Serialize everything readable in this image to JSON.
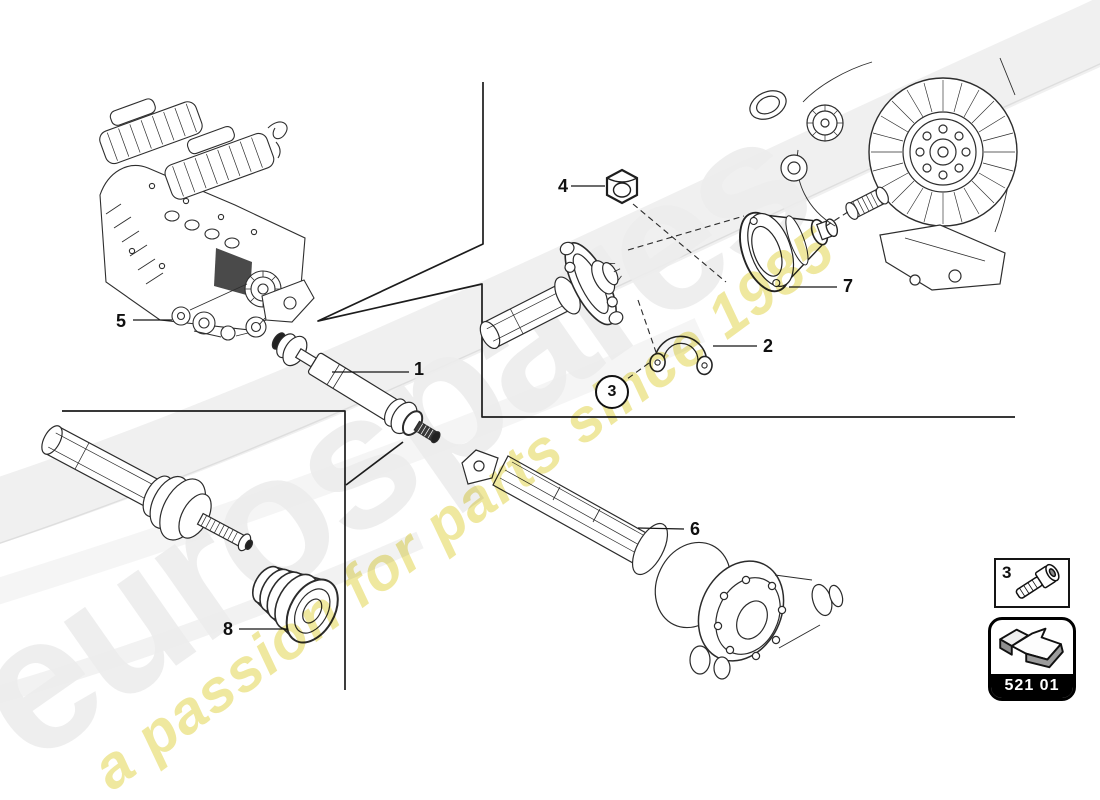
{
  "watermark": {
    "brand": "eurospares",
    "tagline": "a passion for parts since 1985",
    "brand_color": "#ededed",
    "brand_outline": "#d6d6d6",
    "tagline_color": "#efe79a"
  },
  "callouts": {
    "c1": "1",
    "c2": "2",
    "c3": "3",
    "c4": "4",
    "c5": "5",
    "c6": "6",
    "c7": "7",
    "c8": "8"
  },
  "legend_box": {
    "ref": "3",
    "icon": "socket-bolt-icon"
  },
  "code_box": {
    "code": "521 01",
    "icon": "direction-arrow-icon"
  },
  "colors": {
    "line": "#1c1c1c",
    "code_bar_bg": "#000000",
    "arrow_gray": "#9c9c9c"
  }
}
